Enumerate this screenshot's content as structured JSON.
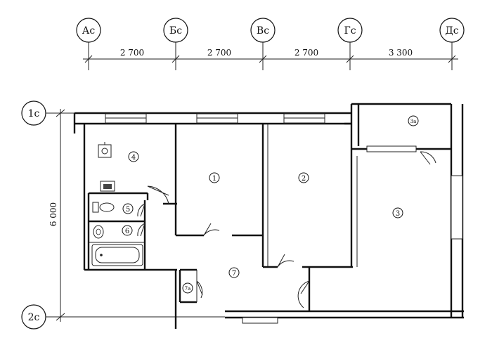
{
  "axes": {
    "columns": [
      "Ас",
      "Бс",
      "Вс",
      "Гс",
      "Дс"
    ],
    "rows": [
      "1с",
      "2с"
    ]
  },
  "dimensions": {
    "spans": [
      "2 700",
      "2 700",
      "2 700",
      "3 300"
    ],
    "height": "6 000"
  },
  "rooms": {
    "room_1": "1",
    "room_2": "2",
    "room_3": "3",
    "room_3a": "3а",
    "room_4": "4",
    "room_5": "5",
    "room_6": "6",
    "room_7": "7",
    "room_7a": "7а"
  }
}
